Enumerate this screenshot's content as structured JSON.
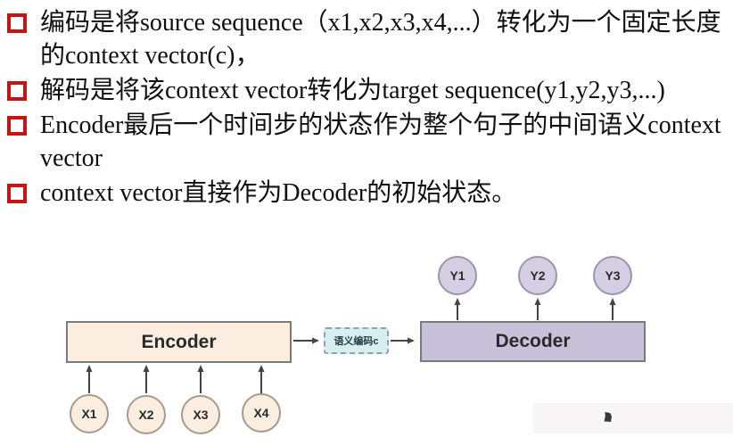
{
  "bullets": [
    {
      "text": "编码是将source sequence（x1,x2,x3,x4,...）转化为一个固定长度的context vector(c)，"
    },
    {
      "text": "解码是将该context vector转化为target sequence(y1,y2,y3,...)"
    },
    {
      "text": "Encoder最后一个时间步的状态作为整个句子的中间语义context vector"
    },
    {
      "text": "context vector直接作为Decoder的初始状态。"
    }
  ],
  "diagram": {
    "encoder_label": "Encoder",
    "context_label": "语义编码c",
    "decoder_label": "Decoder",
    "x_nodes": [
      "X1",
      "X2",
      "X3",
      "X4"
    ],
    "y_nodes": [
      "Y1",
      "Y2",
      "Y3"
    ]
  },
  "colors": {
    "bullet_red": "#c41414",
    "encoder_fill": "#fbeee0",
    "decoder_fill": "#c8c1d9",
    "context_fill": "#d9eef0",
    "x_node_fill": "#fbeee1",
    "y_node_fill": "#d6cfe3",
    "arrow": "#444444"
  }
}
